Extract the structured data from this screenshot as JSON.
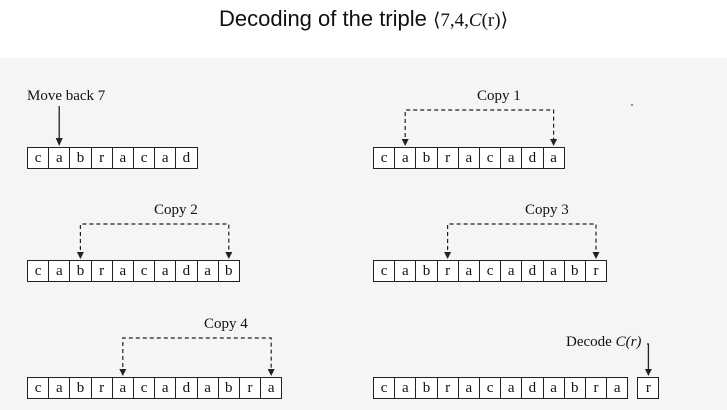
{
  "title": {
    "text": "Decoding of the triple",
    "triple_open": "⟨7,4,",
    "triple_fn": "C",
    "triple_arg": "(r)",
    "triple_close": "⟩"
  },
  "panels": [
    {
      "label": "Move back 7",
      "cells": [
        "c",
        "a",
        "b",
        "r",
        "a",
        "c",
        "a",
        "d"
      ],
      "arrow": "single"
    },
    {
      "label": "Copy 1",
      "cells": [
        "c",
        "a",
        "b",
        "r",
        "a",
        "c",
        "a",
        "d",
        "a"
      ],
      "arrow": "copy",
      "from": 1,
      "to": 8
    },
    {
      "label": "Copy 2",
      "cells": [
        "c",
        "a",
        "b",
        "r",
        "a",
        "c",
        "a",
        "d",
        "a",
        "b"
      ],
      "arrow": "copy",
      "from": 2,
      "to": 9
    },
    {
      "label": "Copy 3",
      "cells": [
        "c",
        "a",
        "b",
        "r",
        "a",
        "c",
        "a",
        "d",
        "a",
        "b",
        "r"
      ],
      "arrow": "copy",
      "from": 3,
      "to": 10
    },
    {
      "label": "Copy 4",
      "cells": [
        "c",
        "a",
        "b",
        "r",
        "a",
        "c",
        "a",
        "d",
        "a",
        "b",
        "r",
        "a"
      ],
      "arrow": "copy",
      "from": 4,
      "to": 11
    },
    {
      "label_prefix": "Decode ",
      "label_fn": "C(r)",
      "cells": [
        "c",
        "a",
        "b",
        "r",
        "a",
        "c",
        "a",
        "d",
        "a",
        "b",
        "r",
        "a"
      ],
      "extra_cell": "r",
      "arrow": "decode"
    }
  ]
}
